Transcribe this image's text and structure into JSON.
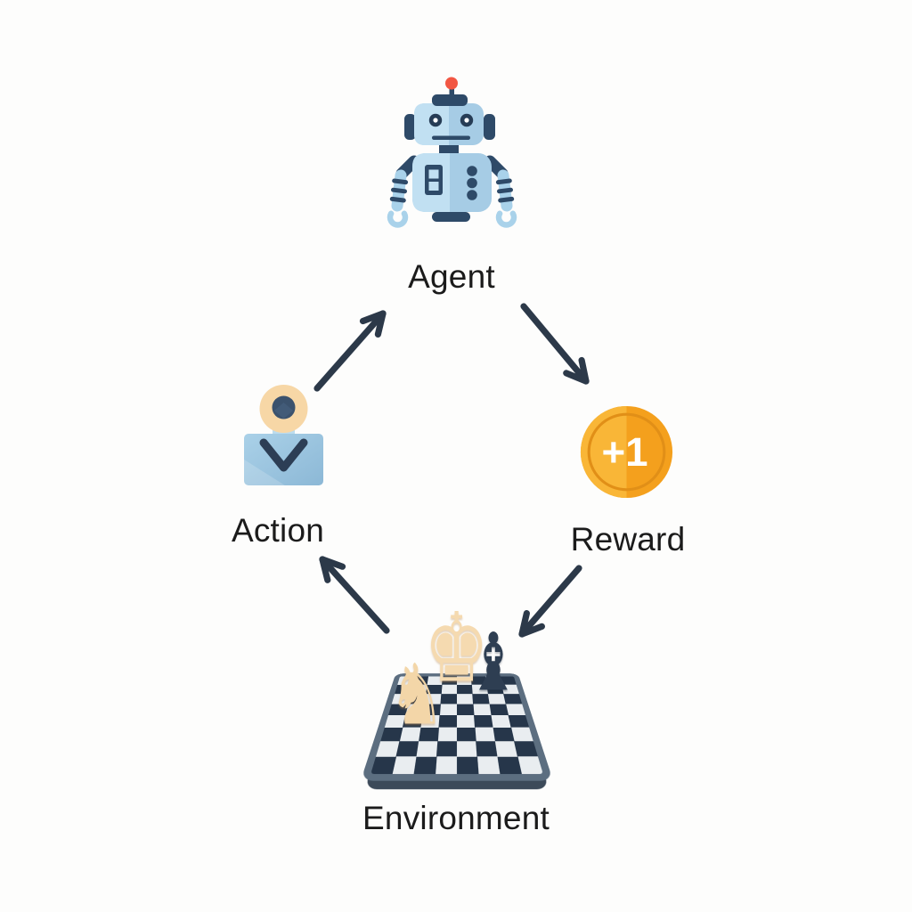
{
  "background": "#fdfdfc",
  "diagram": {
    "type": "cycle-diagram",
    "topic": "reinforcement-learning-loop",
    "nodes": {
      "agent": {
        "label": "Agent",
        "icon": "robot-icon"
      },
      "reward": {
        "label": "Reward",
        "icon": "coin-icon",
        "coin_text": "+1"
      },
      "environment": {
        "label": "Environment",
        "icon": "chessboard-icon",
        "piece_glyphs": {
          "king": "♚",
          "knight": "♞",
          "bishop": "♝"
        },
        "pieces": [
          "cream-king",
          "cream-knight",
          "navy-bishop"
        ]
      },
      "action": {
        "label": "Action",
        "icon": "joystick-icon"
      }
    },
    "edges": [
      {
        "from": "agent",
        "to": "reward"
      },
      {
        "from": "reward",
        "to": "environment"
      },
      {
        "from": "environment",
        "to": "action"
      },
      {
        "from": "action",
        "to": "agent"
      }
    ],
    "colors": {
      "arrow": "#2c3949",
      "label_text": "#1b1b1b",
      "robot_blue_light": "#c1e0f2",
      "robot_blue": "#a6cce5",
      "robot_navy": "#2e4a68",
      "antenna_red": "#f25743",
      "joystick_peach": "#f7d7a6",
      "joystick_knob": "#3b526d",
      "joystick_box_light": "#aad1e8",
      "joystick_box_dark": "#8cb8d6",
      "coin_gold": "#f4a01d",
      "coin_gold_light": "#f9b637",
      "coin_ring": "#e18f17",
      "coin_text_color": "#ffffff",
      "board_rim": "#5c6e80",
      "board_edge": "#3c4a59",
      "board_dark_square": "#26364a",
      "board_light_square": "#e9edf0",
      "piece_cream": "#f3d6a8",
      "piece_navy": "#2e3e52"
    }
  }
}
